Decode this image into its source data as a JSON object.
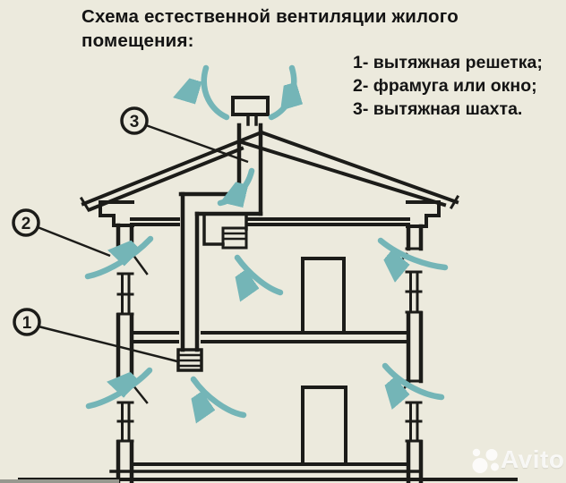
{
  "title": {
    "line1": "Схема естественной вентиляции жилого",
    "line2": "помещения:"
  },
  "legend": {
    "items": [
      "1- вытяжная решетка;",
      "2- фрамуга или окно;",
      "3- вытяжная шахта."
    ]
  },
  "callouts": {
    "grille": "1",
    "window": "2",
    "shaft": "3"
  },
  "watermark": {
    "brand": "Avito"
  },
  "colors": {
    "background": "#ECEADD",
    "line": "#1C1C19",
    "arrow": "#74B5B7",
    "watermark_text": "rgba(255,255,255,0.82)"
  }
}
